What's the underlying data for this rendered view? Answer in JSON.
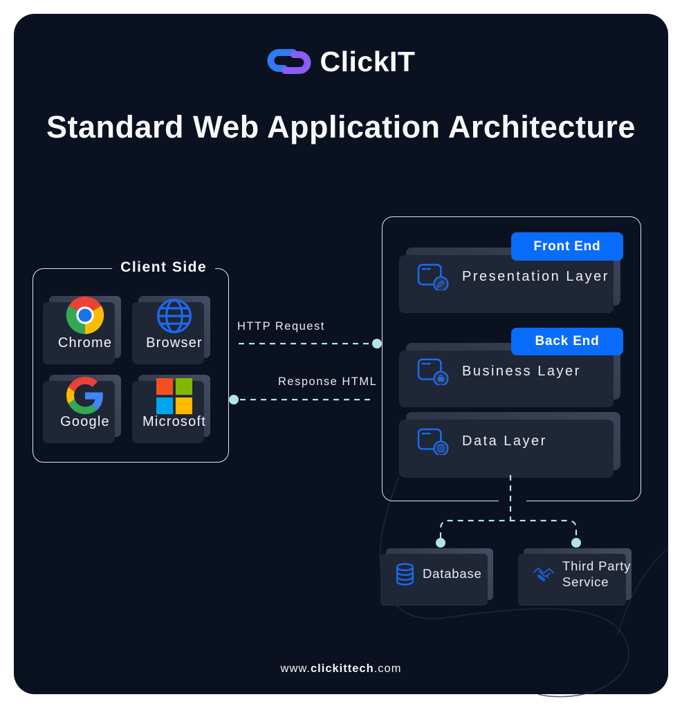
{
  "brand": {
    "name": "ClickIT",
    "logo_icon": "clickit-chain-icon"
  },
  "title": "Standard Web Application Architecture",
  "client_side": {
    "label": "Client Side",
    "items": [
      {
        "label": "Chrome",
        "icon": "chrome-icon"
      },
      {
        "label": "Browser",
        "icon": "globe-icon"
      },
      {
        "label": "Google",
        "icon": "google-icon"
      },
      {
        "label": "Microsoft",
        "icon": "microsoft-icon"
      }
    ]
  },
  "connections": {
    "request": "HTTP Request",
    "response": "Response HTML"
  },
  "server_side": {
    "front_badge": "Front End",
    "back_badge": "Back End",
    "layers": [
      {
        "label": "Presentation Layer",
        "icon": "window-edit-icon"
      },
      {
        "label": "Business Layer",
        "icon": "window-briefcase-icon"
      },
      {
        "label": "Data Layer",
        "icon": "window-data-icon"
      }
    ]
  },
  "services": [
    {
      "label": "Database",
      "icon": "database-icon"
    },
    {
      "label": "Third Party Service",
      "icon": "handshake-icon"
    }
  ],
  "footer": {
    "www": "www.",
    "domain": "clickittech",
    "tld": ".com"
  },
  "colors": {
    "canvas": "#0a1120",
    "badge_blue": "#0a6cfa",
    "icon_blue": "#1a6cf2",
    "dash_teal": "#b4e3e5",
    "box_border": "#e3e7ec",
    "logo_blue": "#2f7bf6",
    "logo_purple": "#8b5cf6"
  }
}
